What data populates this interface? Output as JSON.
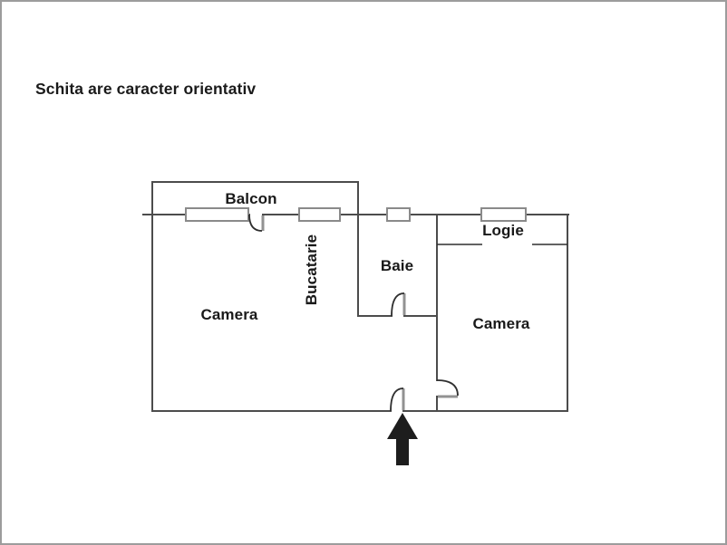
{
  "page": {
    "title": "Schita are caracter orientativ"
  },
  "colors": {
    "background": "#ffffff",
    "page_border": "#9c9c9c",
    "wall": "#4c4c4c",
    "window_frame": "#8a8a8a",
    "door_leaf": "#929292",
    "door_arc": "#2f2f2f",
    "label_text": "#191919",
    "arrow": "#1d1d1d"
  },
  "floor_plan": {
    "rooms": [
      {
        "id": "balcon",
        "label": "Balcon"
      },
      {
        "id": "bucatarie",
        "label": "Bucatarie"
      },
      {
        "id": "baie",
        "label": "Baie"
      },
      {
        "id": "camera_left",
        "label": "Camera"
      },
      {
        "id": "logie",
        "label": "Logie"
      },
      {
        "id": "camera_right",
        "label": "Camera"
      }
    ]
  }
}
